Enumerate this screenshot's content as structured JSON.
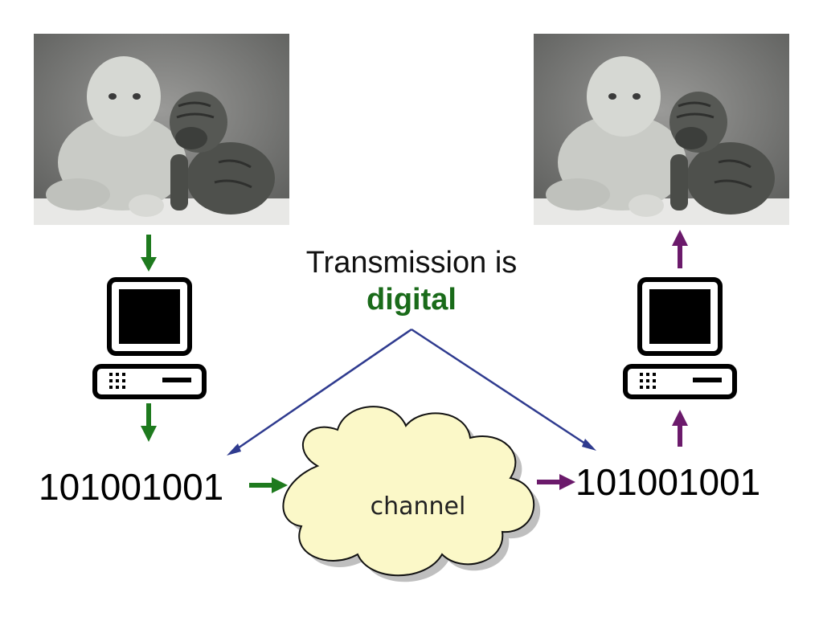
{
  "source_photo": {
    "description_icon": "baby-and-dog-photo"
  },
  "received_photo": {
    "description_icon": "baby-and-dog-photo"
  },
  "caption": {
    "line1": "Transmission is",
    "emphasis": "digital"
  },
  "bits": {
    "sent": "101001001",
    "received": "101001001"
  },
  "channel": {
    "label": "channel"
  },
  "colors": {
    "send_arrow": "#1e7a1e",
    "receive_arrow": "#6b1a6b",
    "pointer_line": "#2f3b8f",
    "cloud_fill": "#fbf8c8",
    "emphasis_text": "#1a6b1a"
  },
  "icons": {
    "sender_computer": "desktop-computer-icon",
    "receiver_computer": "desktop-computer-icon"
  }
}
